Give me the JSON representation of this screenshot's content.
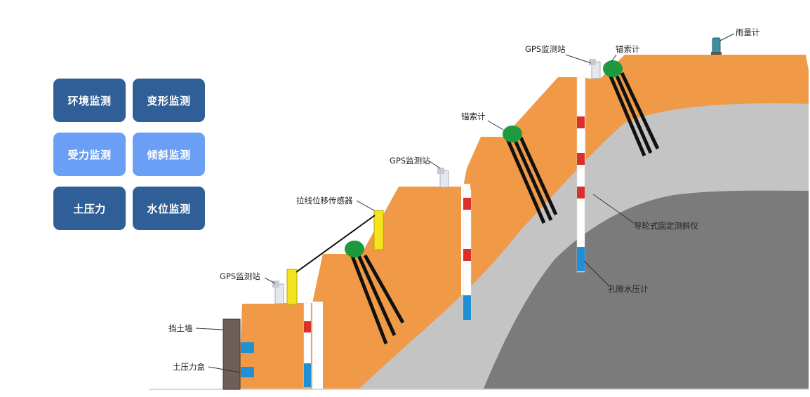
{
  "buttons": [
    {
      "label": "环境监测",
      "style": "dark"
    },
    {
      "label": "变形监测",
      "style": "dark"
    },
    {
      "label": "受力监测",
      "style": "light"
    },
    {
      "label": "倾斜监测",
      "style": "light"
    },
    {
      "label": "土压力",
      "style": "dark"
    },
    {
      "label": "水位监测",
      "style": "dark"
    }
  ],
  "labels": {
    "rain_gauge": "雨量计",
    "gps_top": "GPS监测站",
    "anchor_top": "锚索计",
    "anchor_mid": "锚索计",
    "gps_mid": "GPS监测站",
    "wire_sensor": "拉线位移传感器",
    "gps_low": "GPS监测站",
    "guide_inclinometer": "导轮式固定测斜仪",
    "pore_pressure": "孔隙水压计",
    "retaining_wall": "挡土墙",
    "earth_pressure_box": "土压力盒"
  },
  "colors": {
    "btn_dark": "#2f5f96",
    "btn_light": "#6a9ff5",
    "soil": "#f09a48",
    "rock_light": "#c4c4c4",
    "rock_dark": "#7b7b7b",
    "anchor_head": "#1e9a3e",
    "sensor_yellow": "#f4e31e",
    "marker_red": "#d9312a",
    "marker_blue": "#1f8fd6",
    "wall": "#6e5f58"
  }
}
